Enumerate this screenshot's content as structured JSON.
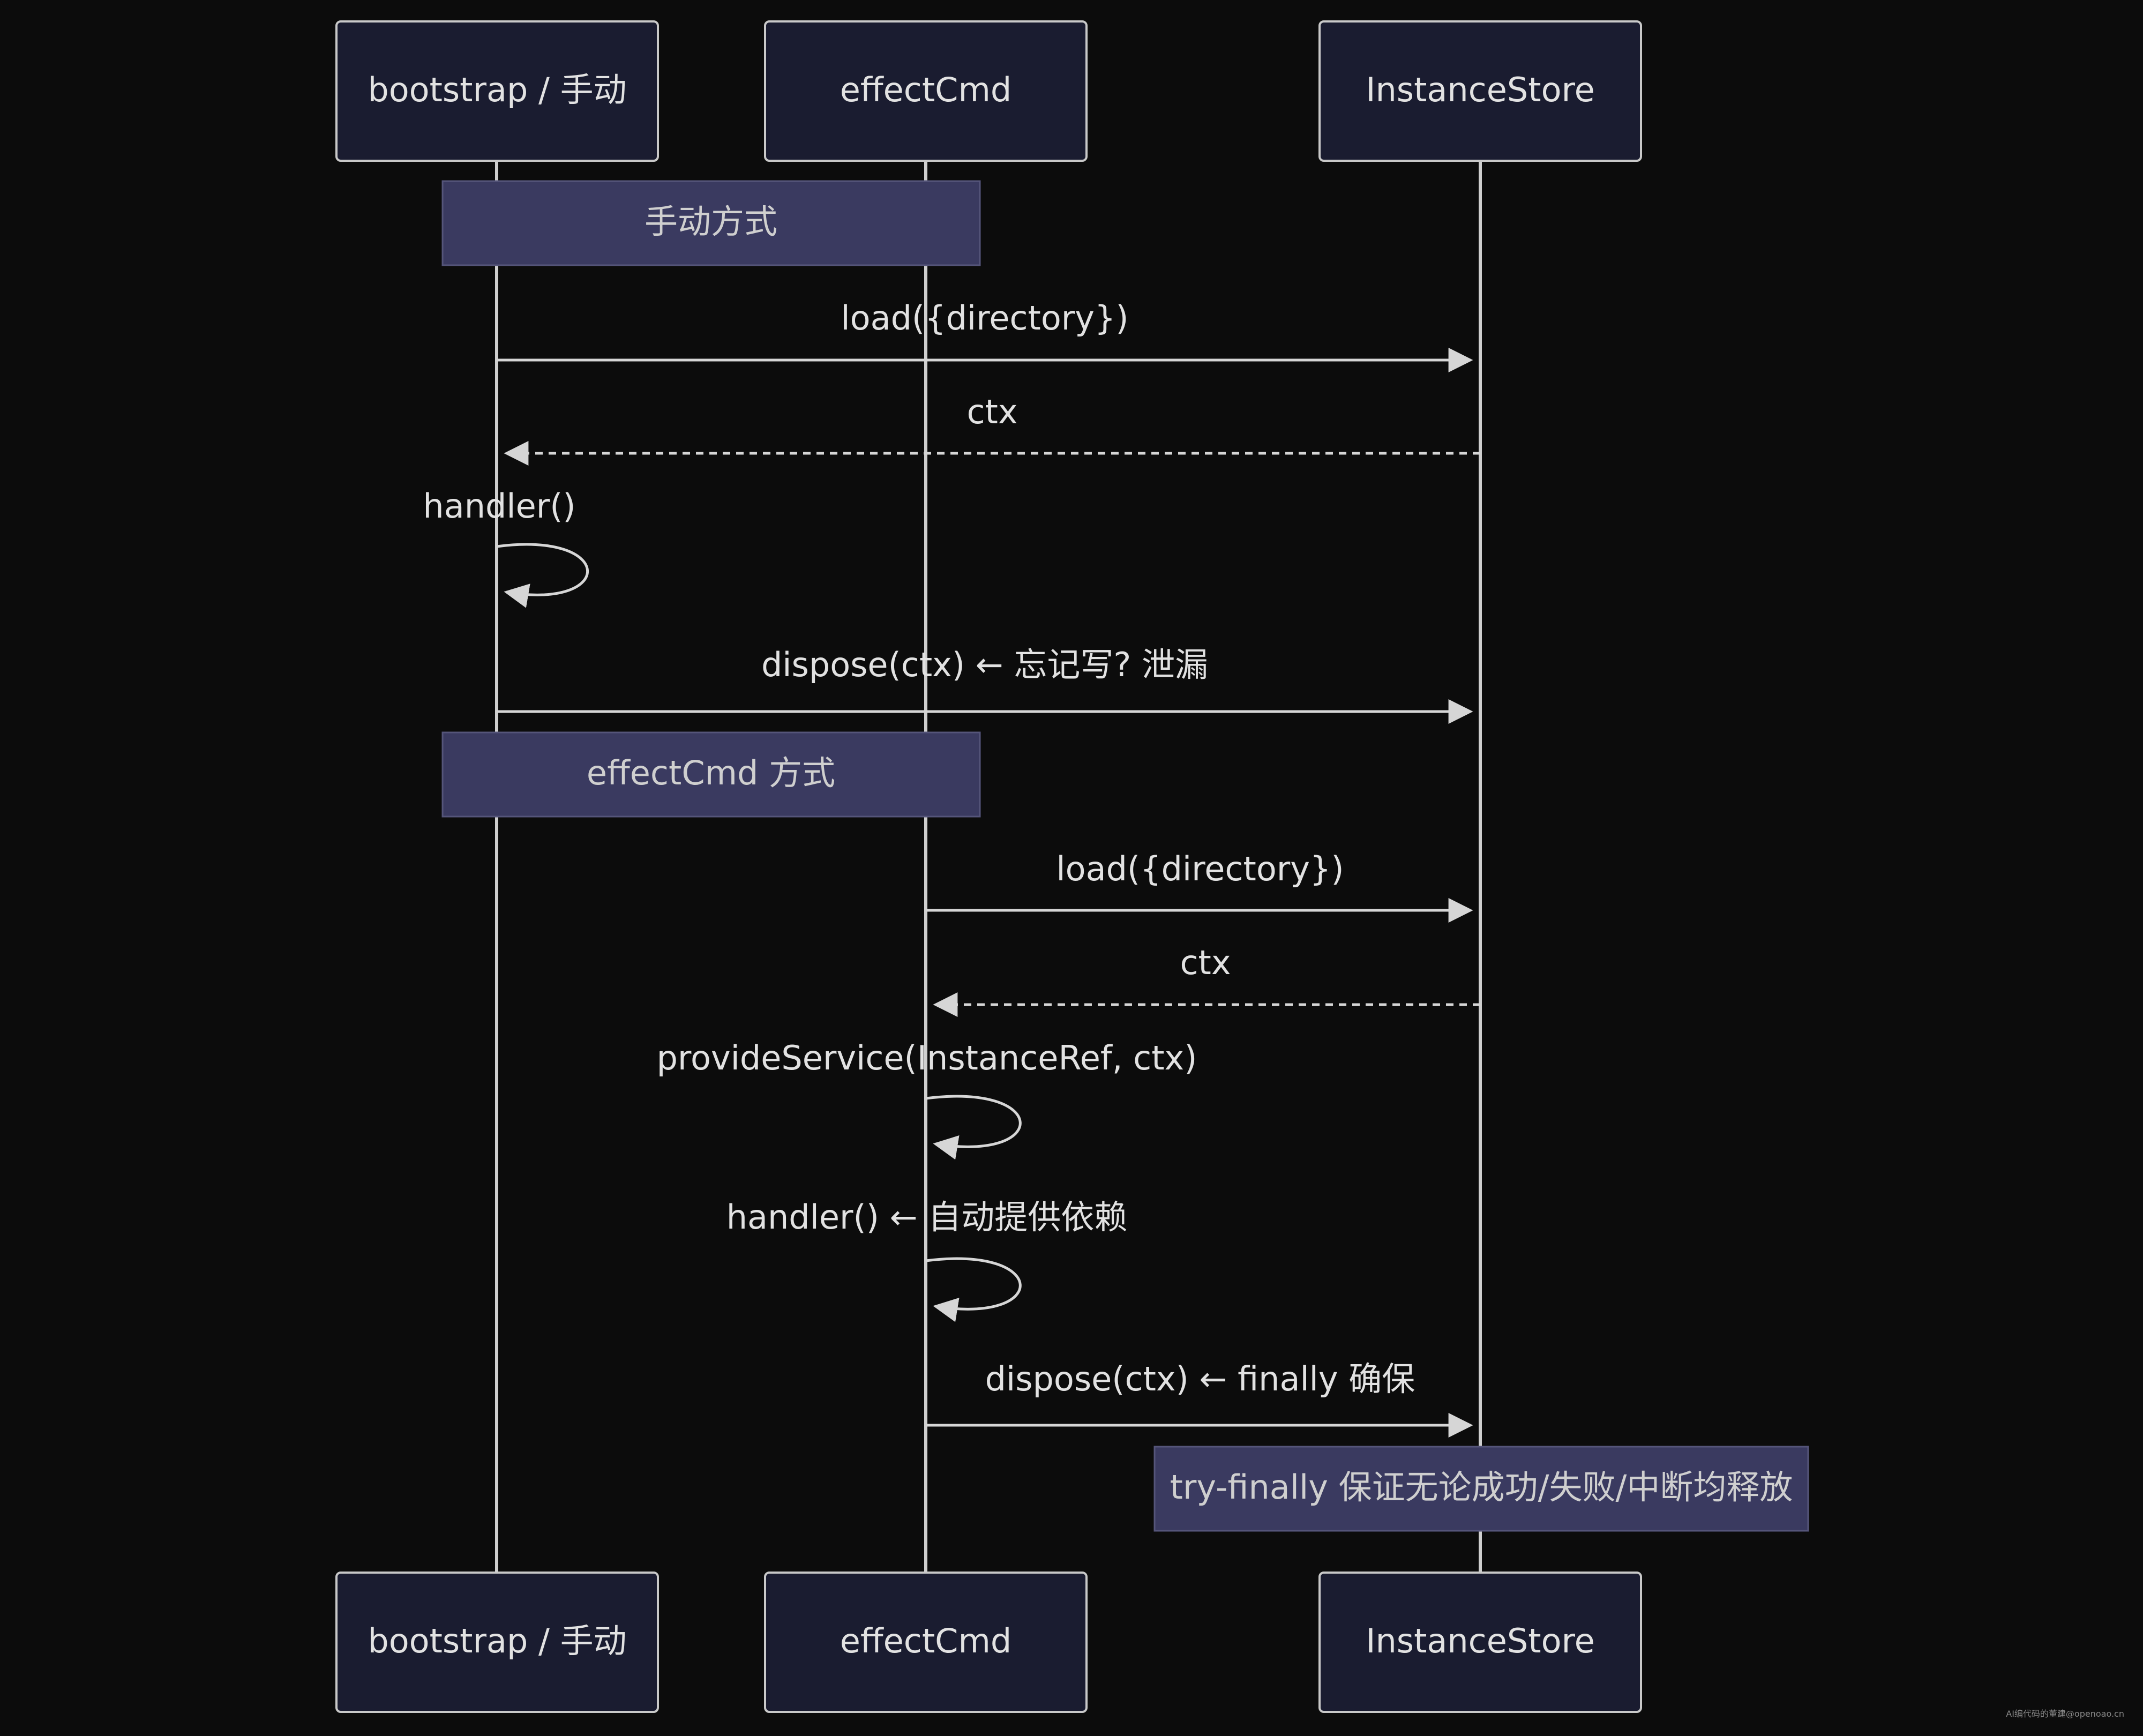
{
  "participants": [
    {
      "id": "bootstrap",
      "label": "bootstrap / 手动"
    },
    {
      "id": "effectcmd",
      "label": "effectCmd"
    },
    {
      "id": "instancestore",
      "label": "InstanceStore"
    }
  ],
  "notes": {
    "manual_header": "手动方式",
    "effectcmd_header": "effectCmd 方式",
    "try_finally": "try-finally 保证无论成功/失败/中断均释放"
  },
  "messages": {
    "m1_load": "load({directory})",
    "m2_ctx": "ctx",
    "m3_handler": "handler()",
    "m4_dispose": "dispose(ctx) ← 忘记写? 泄漏",
    "m5_load": "load({directory})",
    "m6_ctx": "ctx",
    "m7_provide": "provideService(InstanceRef, ctx)",
    "m8_handler": "handler() ← 自动提供依赖",
    "m9_dispose": "dispose(ctx) ← finally 确保"
  },
  "watermark": "AI编代码的董建@openoao.cn",
  "colors": {
    "background": "#0c0c0c",
    "actor_fill": "#1a1c30",
    "note_fill": "#3a3a60",
    "line": "#d6d6d6",
    "text": "#e2e2e2"
  }
}
